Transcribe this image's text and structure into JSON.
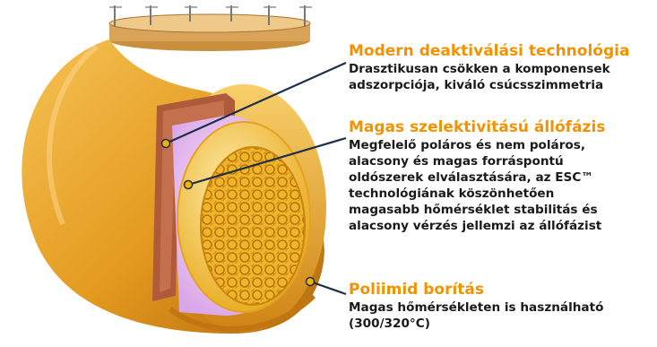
{
  "callouts": [
    {
      "title": "Modern deaktiválási technológia",
      "lines": [
        "Drasztikusan csökken a komponensek",
        "adszorpciója, kiváló csúcsszimmetria"
      ]
    },
    {
      "title": "Magas szelektivitású állófázis",
      "lines": [
        "Megfelelő poláros és nem poláros,",
        "alacsony és magas forráspontú",
        "oldószerek elválasztására, az ESC™",
        "technológiának köszönhetően",
        "magasabb hőmérséklet stabilitás és",
        "alacsony vérzés jellemzi az állófázist"
      ]
    },
    {
      "title": "Poliimid borítás",
      "lines": [
        "Magas hőmérsékleten is használható",
        "(300/320°C)"
      ]
    }
  ],
  "colors": {
    "title": "#f39200",
    "text": "#1a1a1a",
    "leader_line": "#1f2f4a",
    "polyimide": "#e29a1e",
    "deactivation_layer": "#e8c4f0",
    "stationary_phase": "#f2c03a",
    "wall_cut": "#b05a3c"
  }
}
